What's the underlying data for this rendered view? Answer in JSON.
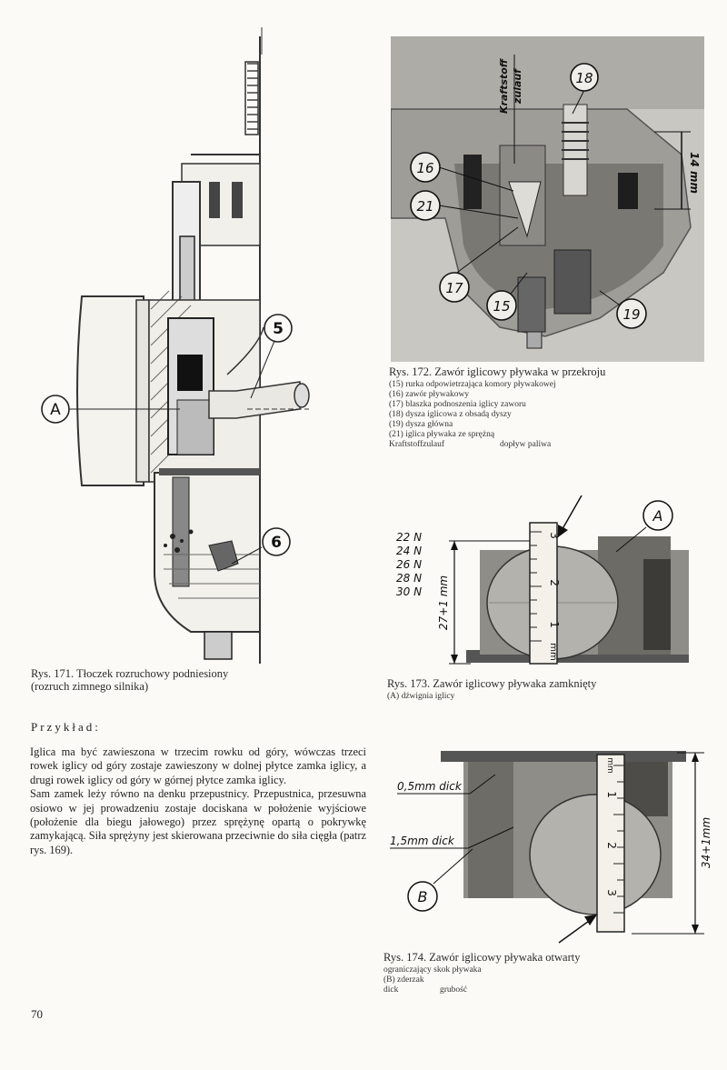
{
  "fig171": {
    "labels": {
      "a": "A",
      "five": "5",
      "six": "6"
    },
    "caption_line1": "Rys. 171. Tłoczek rozruchowy podniesiony",
    "caption_line2": "(rozruch zimnego silnika)"
  },
  "fig172": {
    "labels": {
      "kraftstoff": "Kraftstoff",
      "zulauf": "zulauf",
      "n18": "18",
      "n16": "16",
      "n21": "21",
      "n17": "17",
      "n15": "15",
      "n19": "19",
      "mm14": "14 mm"
    },
    "caption": "Rys. 172. Zawór iglicowy pływaka w przekroju",
    "legend": [
      "(15)  rurka odpowietrzająca komory pływakowej",
      "(16)  zawór pływakowy",
      "(17)  blaszka podnoszenia iglicy zaworu",
      "(18)  dysza iglicowa z obsadą dyszy",
      "(19)  dysza główna",
      "(21)  iglica pływaka ze sprężną"
    ],
    "legend_term": "Kraftstoffzulauf",
    "legend_def": "dopływ paliwa"
  },
  "fig173": {
    "needle_sizes": [
      "22 N",
      "24 N",
      "26 N",
      "28 N",
      "30 N"
    ],
    "dimension": "27+1 mm",
    "label_a": "A",
    "scale_marks": [
      "3",
      "2",
      "1",
      "mm"
    ],
    "caption": "Rys. 173. Zawór iglicowy pływaka zamknięty",
    "legend": "(A)  dźwignia iglicy"
  },
  "fig174": {
    "thin": "0,5mm dick",
    "thick": "1,5mm dick",
    "dimension": "34+1mm",
    "label_b": "B",
    "scale_marks": [
      "mm",
      "1",
      "2",
      "3"
    ],
    "caption": "Rys. 174. Zawór iglicowy pływaka otwarty",
    "legend_line1": "ograniczający skok pływaka",
    "legend_line2": "(B)  zderzak",
    "legend_term": "dick",
    "legend_def": "grubość"
  },
  "example": {
    "heading": "Przykład:",
    "paragraphs": [
      "Iglica ma być zawieszona w trzecim rowku od góry, wówczas trzeci rowek iglicy od góry zostaje zawieszony w dolnej płytce zamka iglicy, a drugi rowek iglicy od góry w górnej płytce zamka iglicy.",
      "Sam zamek leży równo na denku przepustnicy. Przepustnica, przesuwna osiowo w jej prowadzeniu zostaje dociskana w położenie wyjściowe (położenie dla biegu jałowego) przez sprężynę opartą o pokrywkę zamykającą. Siła sprężyny jest skierowana przeciwnie do siła cięgła (patrz rys. 169)."
    ]
  },
  "page_number": "70"
}
